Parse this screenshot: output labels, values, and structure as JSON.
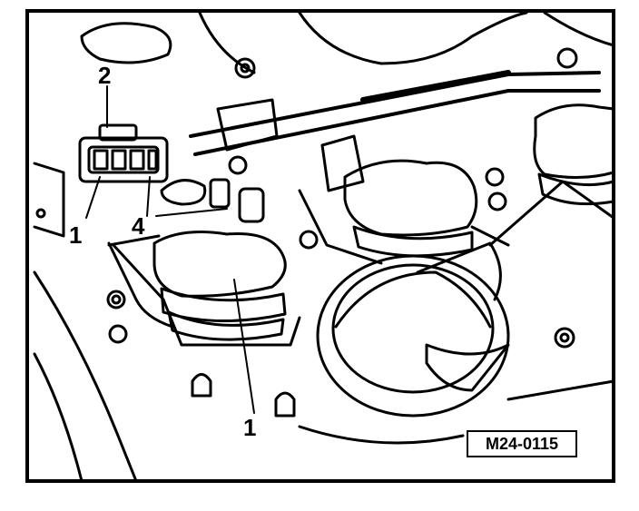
{
  "labels": {
    "callout_2": "2",
    "callout_1_connector": "1",
    "callout_4": "4",
    "callout_1_coil": "1"
  },
  "figure_ref": "M24-0115",
  "colors": {
    "ink": "#000000",
    "paper": "#ffffff"
  }
}
